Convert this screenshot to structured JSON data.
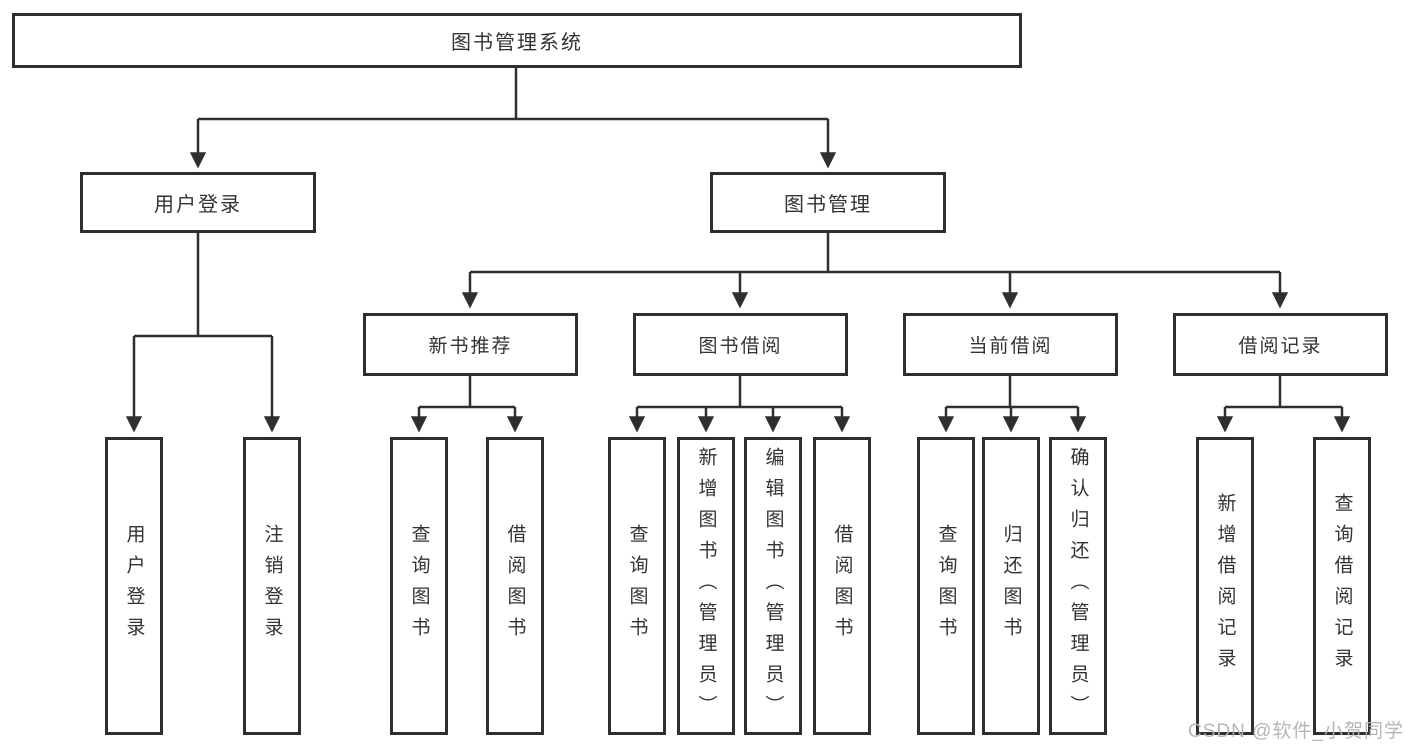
{
  "tree": {
    "label": "图书管理系统",
    "children": [
      {
        "label": "用户登录",
        "children": [
          {
            "label": "用户登录"
          },
          {
            "label": "注销登录"
          }
        ]
      },
      {
        "label": "图书管理",
        "children": [
          {
            "label": "新书推荐",
            "children": [
              {
                "label": "查询图书"
              },
              {
                "label": "借阅图书"
              }
            ]
          },
          {
            "label": "图书借阅",
            "children": [
              {
                "label": "查询图书"
              },
              {
                "label": "新增图书（管理员）"
              },
              {
                "label": "编辑图书（管理员）"
              },
              {
                "label": "借阅图书"
              }
            ]
          },
          {
            "label": "当前借阅",
            "children": [
              {
                "label": "查询图书"
              },
              {
                "label": "归还图书"
              },
              {
                "label": "确认归还（管理员）"
              }
            ]
          },
          {
            "label": "借阅记录",
            "children": [
              {
                "label": "新增借阅记录"
              },
              {
                "label": "查询借阅记录"
              }
            ]
          }
        ]
      }
    ]
  },
  "watermark": "CSDN @软件_小贺同学",
  "colors": {
    "line": "#2f2f2f",
    "text": "#333333",
    "watermark": "#b3b3b3",
    "background": "#ffffff"
  }
}
